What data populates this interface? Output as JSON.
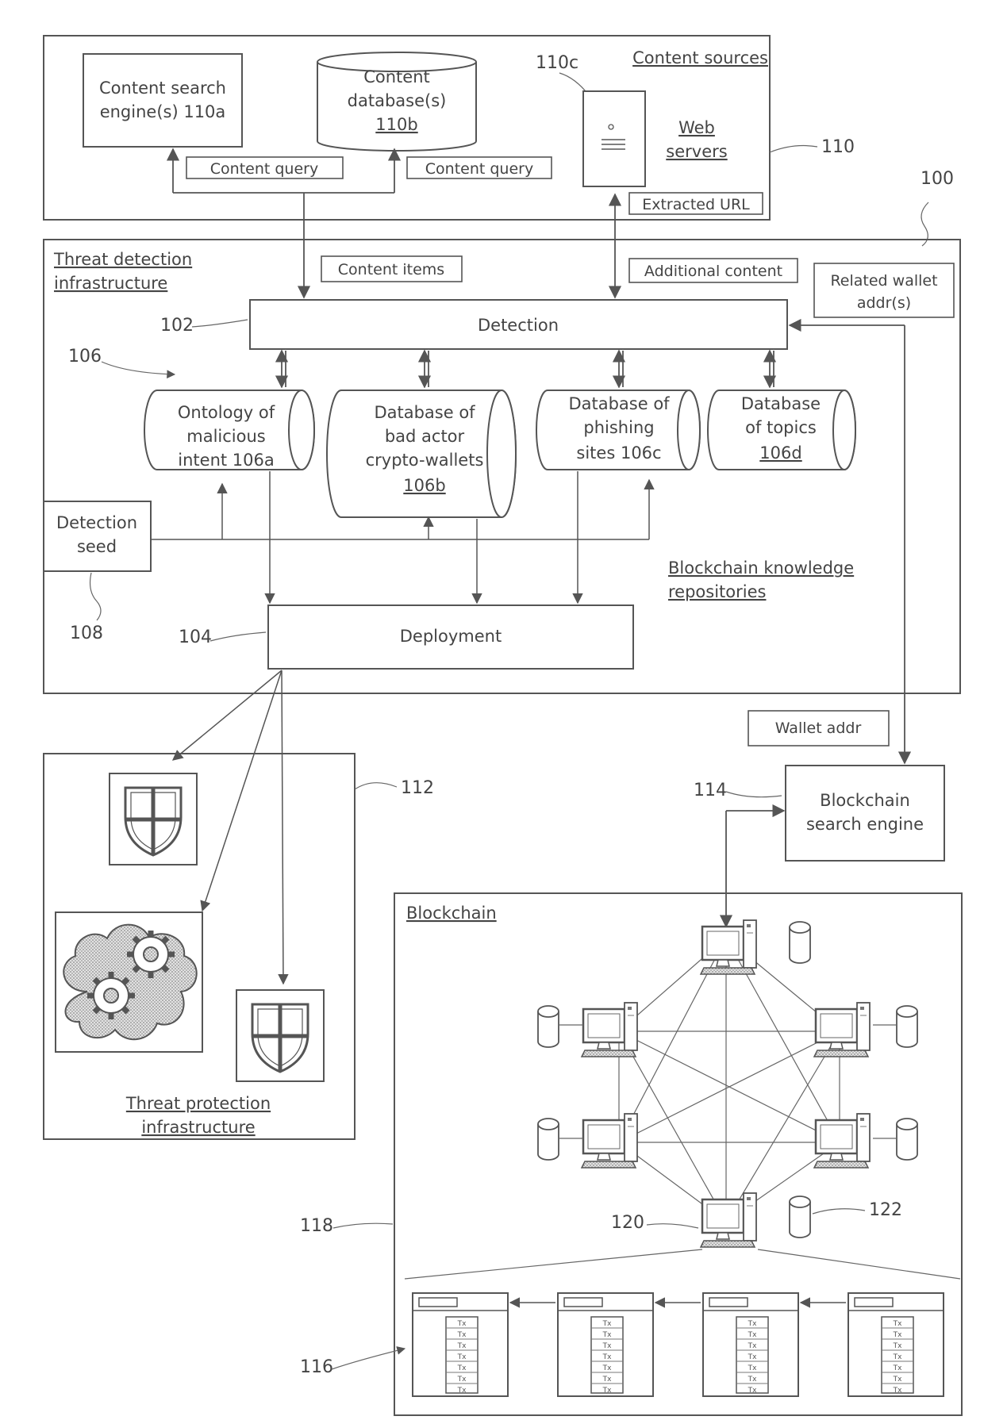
{
  "diagram": {
    "content_sources": {
      "title": "Content sources",
      "search_engine": [
        "Content search",
        "engine(s) 110a"
      ],
      "database": [
        "Content",
        "database(s)",
        "110b"
      ],
      "web_servers": [
        "Web",
        "servers"
      ],
      "web_ref": "110c",
      "query_left": "Content query",
      "query_right": "Content query",
      "extracted_url": "Extracted URL",
      "ref": "110"
    },
    "system_ref": "100",
    "threat_detection": {
      "title": [
        "Threat detection",
        "infrastructure"
      ],
      "content_items": "Content items",
      "additional_content": "Additional content",
      "related_wallet": [
        "Related wallet",
        "addr(s)"
      ],
      "detection": "Detection",
      "detection_ref": "102",
      "repos_ref": "106",
      "repo_a": [
        "Ontology of",
        "malicious",
        "intent 106a"
      ],
      "repo_b": [
        "Database of",
        "bad actor",
        "crypto-wallets",
        "106b"
      ],
      "repo_c": [
        "Database of",
        "phishing",
        "sites 106c"
      ],
      "repo_d": [
        "Database",
        "of topics",
        "106d"
      ],
      "seed": [
        "Detection",
        "seed"
      ],
      "seed_ref": "108",
      "knowledge_label": [
        "Blockchain knowledge",
        "repositories"
      ],
      "deployment": "Deployment",
      "deployment_ref": "104"
    },
    "wallet_addr": "Wallet addr",
    "protection": {
      "title": [
        "Threat protection",
        "infrastructure"
      ],
      "ref": "112"
    },
    "blockchain_search": {
      "label": [
        "Blockchain",
        "search engine"
      ],
      "ref": "114"
    },
    "blockchain": {
      "title": "Blockchain",
      "ref_118": "118",
      "ref_120": "120",
      "ref_122": "122",
      "ref_116": "116",
      "tx_label": "Tx"
    }
  }
}
